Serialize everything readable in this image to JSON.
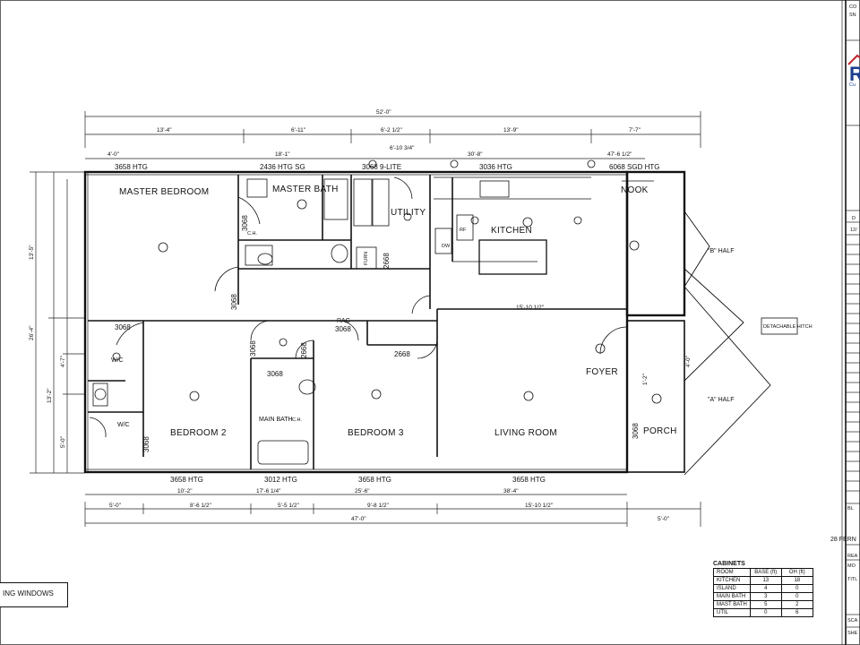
{
  "title_block": {
    "label_co": "CO",
    "label_sn": "SN",
    "logo_letter": "R",
    "logo_sub": "Cu",
    "label_d": "D",
    "date_fragment": "12/",
    "label_bl": "BL",
    "address_fragment": "28 FERN",
    "label_rea": "REA",
    "label_mo": "MO",
    "label_tit": "TITL",
    "label_sca": "SCA",
    "label_she": "SHE"
  },
  "colors": {
    "line": "#111111",
    "logo_red": "#c0262d",
    "logo_blue": "#1d3f8f"
  },
  "rooms": {
    "master_bedroom": "MASTER BEDROOM",
    "master_bath": "MASTER BATH",
    "utility": "UTILITY",
    "kitchen": "KITCHEN",
    "nook": "NOOK",
    "foyer": "FOYER",
    "living_room": "LIVING ROOM",
    "bedroom_2": "BEDROOM 2",
    "bedroom_3": "BEDROOM 3",
    "main_bath": "MAIN BATH",
    "porch": "PORCH",
    "wic_1": "W/C",
    "wic_2": "W/C"
  },
  "half_labels": {
    "b_half": "\"B\" HALF",
    "a_half": "\"A\" HALF",
    "hitch": "DETACHABLE HITCH"
  },
  "windows_top": [
    "3658 HTG",
    "2436 HTG SG",
    "3068 9-LITE",
    "3036 HTG",
    "6068 SGD HTG"
  ],
  "windows_bottom": [
    "3658 HTG",
    "3012 HTG",
    "3658 HTG",
    "3658 HTG"
  ],
  "doors": [
    "3068",
    "3068",
    "3068",
    "3068",
    "3068",
    "3068",
    "2668",
    "2668",
    "2668",
    "3068",
    "3068"
  ],
  "door_extra": {
    "rag": "RAG"
  },
  "fixtures": {
    "ch": "C.H.",
    "furn": "FURN",
    "dw": "DW",
    "rf": "RF"
  },
  "dimensions_top_overall": "52'-0\"",
  "dimensions_top": [
    "13'-4\"",
    "6'-11\"",
    "6'-2 1/2\"",
    "13'-9\"",
    "7'-7\""
  ],
  "dimensions_top_sub": [
    "4'-0\"",
    "18'-1\"",
    "6'-10 3/4\"",
    "30'-8\"",
    "47'-6 1/2\""
  ],
  "dimensions_bottom_sub": [
    "10'-2\"",
    "17'-6 1/4\"",
    "25'-6\"",
    "38'-4\""
  ],
  "dimensions_bottom": [
    "5'-0\"",
    "8'-6 1/2\"",
    "5'-5 1/2\"",
    "9'-8 1/2\"",
    "15'-10 1/2\""
  ],
  "dimensions_bottom_overall": "47'-0\"",
  "dimension_porch": "5'-0\"",
  "dimension_living": "15'-10 1/2\"",
  "dimensions_left": [
    "13'-5\"",
    "26'-4\"",
    "13'-2\"",
    "4'-7\"",
    "5'-0\""
  ],
  "dimensions_right": [
    "4'-0\"",
    "1'-2\""
  ],
  "note_box": "ING WINDOWS",
  "cabinets": {
    "title": "CABINETS",
    "headers": [
      "ROOM",
      "BASE (ft)",
      "OH (ft)"
    ],
    "rows": [
      [
        "KITCHEN",
        "13",
        "18"
      ],
      [
        "ISLAND",
        "4",
        "0"
      ],
      [
        "MAIN BATH",
        "3",
        "0"
      ],
      [
        "MAST BATH",
        "5",
        "2"
      ],
      [
        "UTIL",
        "0",
        "6"
      ]
    ]
  }
}
